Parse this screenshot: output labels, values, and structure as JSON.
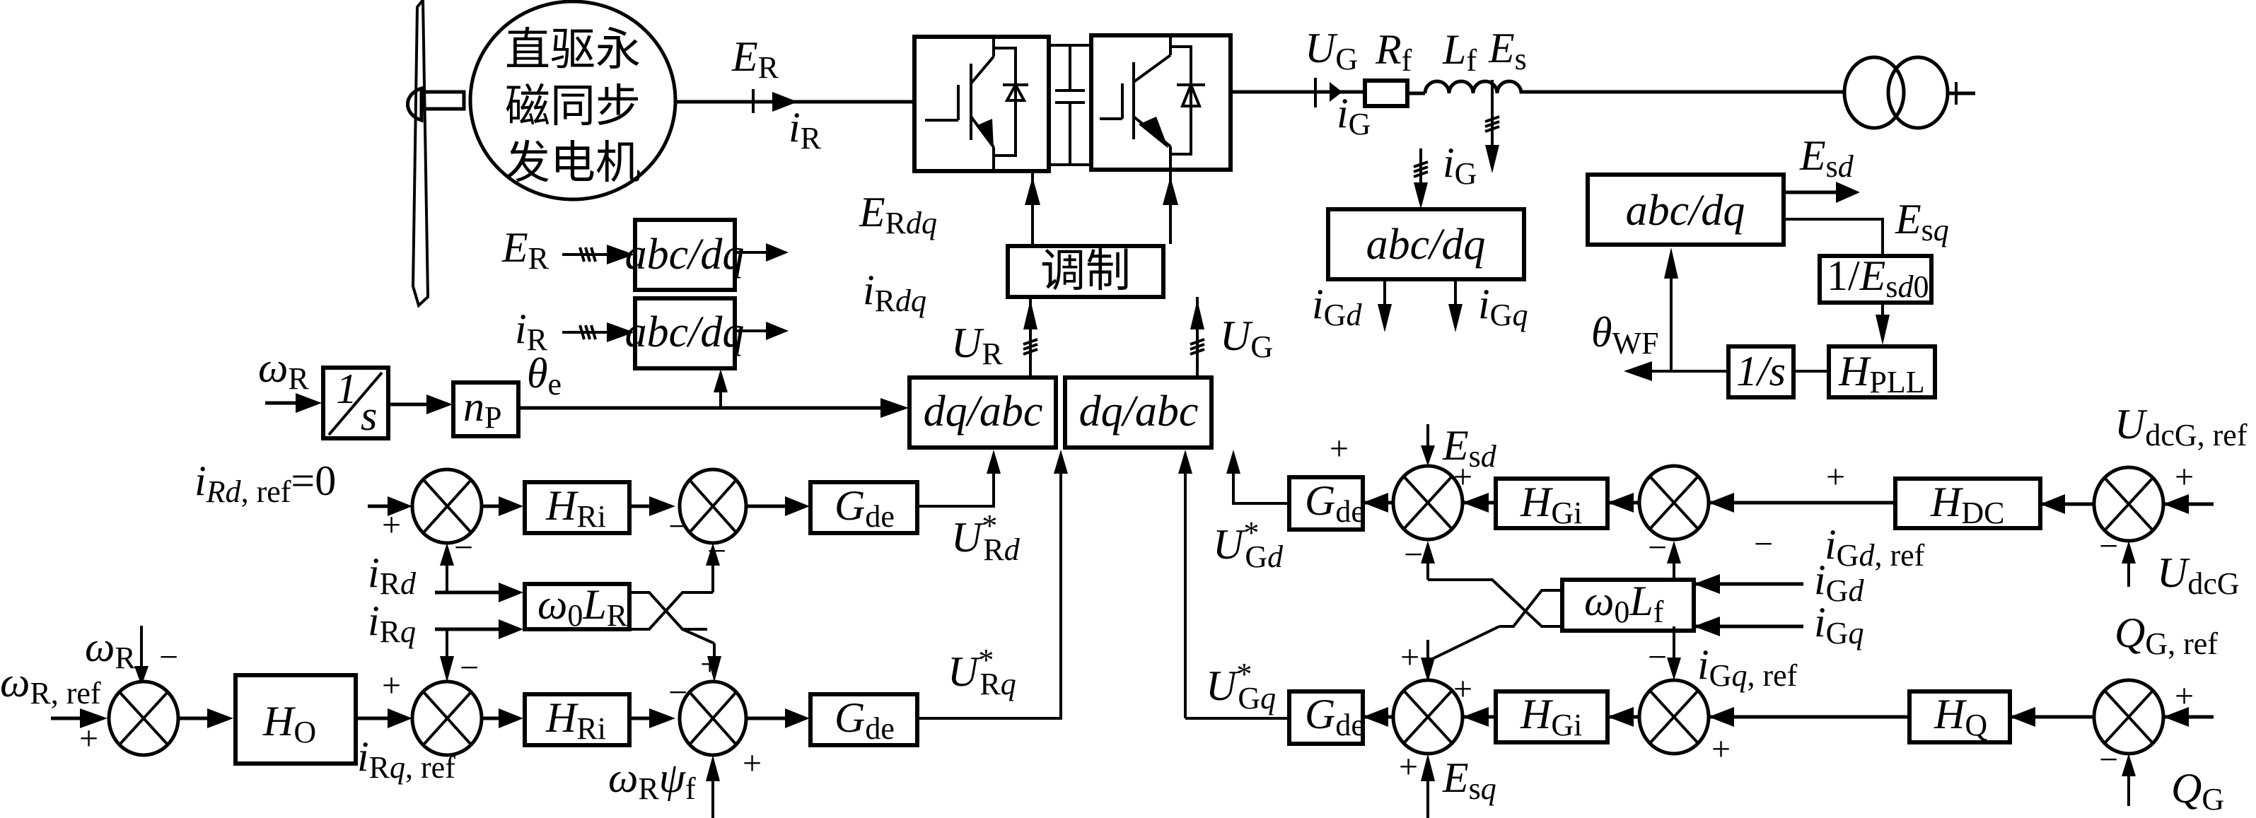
{
  "title": "直驱永磁同步风电机组控制框图",
  "generator": {
    "lines": [
      "直驱永",
      "磁同步",
      "发电机"
    ]
  },
  "power_path": {
    "E_R": {
      "main": "E",
      "sub": "R"
    },
    "i_R": {
      "main": "i",
      "sub": "R"
    },
    "U_G": {
      "main": "U",
      "sub": "G"
    },
    "i_G": {
      "main": "i",
      "sub": "G"
    },
    "R_f": {
      "main": "R",
      "sub": "f"
    },
    "L_f": {
      "main": "L",
      "sub": "f"
    },
    "E_s": {
      "main": "E",
      "sub": "s"
    }
  },
  "modulation": {
    "label": "调制"
  },
  "transforms": {
    "abc_dq": "abc/dq",
    "dq_abc": "dq/abc"
  },
  "rotor_measure": {
    "E_R_in": {
      "main": "E",
      "sub": "R"
    },
    "i_R_in": {
      "main": "i",
      "sub": "R"
    },
    "E_Rdq": {
      "main": "E",
      "sub": "R",
      "subi": "dq"
    },
    "i_Rdq": {
      "main": "i",
      "sub": "R",
      "subi": "dq"
    },
    "omega_R": {
      "main": "ω",
      "sub": "R"
    },
    "integrator": {
      "num": "1",
      "den": "s"
    },
    "n_P": {
      "main": "n",
      "sub": "P"
    },
    "theta_e": {
      "main": "θ",
      "sub": "e"
    },
    "U_R": {
      "main": "U",
      "sub": "R"
    },
    "U_G": {
      "main": "U",
      "sub": "G"
    }
  },
  "grid_measure": {
    "i_G_in": {
      "main": "i",
      "sub": "G"
    },
    "i_Gd": {
      "main": "i",
      "sub": "G",
      "subi": "d"
    },
    "i_Gq": {
      "main": "i",
      "sub": "G",
      "subi": "q"
    },
    "E_sd": {
      "main": "E",
      "sub": "s",
      "subi": "d"
    },
    "E_sq": {
      "main": "E",
      "sub": "s",
      "subi": "q"
    },
    "inv_Esd0": {
      "pre": "1/",
      "main": "E",
      "sub": "s",
      "subi": "d",
      "tail": "0"
    },
    "integrator": "1/s",
    "H_PLL": {
      "main": "H",
      "sub": "PLL"
    },
    "theta_WF": {
      "main": "θ",
      "sub": "WF"
    }
  },
  "rotor_control": {
    "iRd_ref": {
      "main": "i",
      "subi": "Rd",
      "sub": ", ref",
      "tail": "=0"
    },
    "H_Ri": {
      "main": "H",
      "sub": "Ri"
    },
    "G_de": {
      "main": "G",
      "sub": "de"
    },
    "U_Rd_star": {
      "main": "U",
      "sup": "*",
      "sub": "R",
      "subi": "d"
    },
    "U_Rq_star": {
      "main": "U",
      "sup": "*",
      "sub": "R",
      "subi": "q"
    },
    "i_Rd": {
      "main": "i",
      "sub": "R",
      "subi": "d"
    },
    "i_Rq": {
      "main": "i",
      "sub": "R",
      "subi": "q"
    },
    "w0LR": {
      "main": "ω",
      "sub0": "0",
      "main2": "L",
      "sub": "R"
    },
    "omega_R": {
      "main": "ω",
      "sub": "R"
    },
    "omega_R_ref": {
      "main": "ω",
      "sub": "R, ref"
    },
    "H_O": {
      "main": "H",
      "sub": "O"
    },
    "iRq_ref": {
      "main": "i",
      "sub": "R",
      "subi": "q",
      "tail": ", ref"
    },
    "wR_psi_f": {
      "main": "ω",
      "sub": "R",
      "main2": "ψ",
      "sub2": "f"
    }
  },
  "grid_control": {
    "G_de": {
      "main": "G",
      "sub": "de"
    },
    "H_Gi": {
      "main": "H",
      "sub": "Gi"
    },
    "H_DC": {
      "main": "H",
      "sub": "DC"
    },
    "H_Q": {
      "main": "H",
      "sub": "Q"
    },
    "w0Lf": {
      "main": "ω",
      "sub0": "0",
      "main2": "L",
      "sub": "f"
    },
    "U_Gd_star": {
      "main": "U",
      "sup": "*",
      "sub": "G",
      "subi": "d"
    },
    "U_Gq_star": {
      "main": "U",
      "sup": "*",
      "sub": "G",
      "subi": "q"
    },
    "E_sd": {
      "main": "E",
      "sub": "s",
      "subi": "d"
    },
    "E_sq": {
      "main": "E",
      "sub": "s",
      "subi": "q"
    },
    "iGd_ref": {
      "main": "i",
      "sub": "G",
      "subi": "d",
      "tail": ", ref"
    },
    "iGq_ref": {
      "main": "i",
      "sub": "G",
      "subi": "q",
      "tail": ", ref"
    },
    "i_Gd": {
      "main": "i",
      "sub": "G",
      "subi": "d"
    },
    "i_Gq": {
      "main": "i",
      "sub": "G",
      "subi": "q"
    },
    "U_dcG_ref": {
      "main": "U",
      "sub": "dcG, ref"
    },
    "U_dcG": {
      "main": "U",
      "sub": "dcG"
    },
    "Q_G_ref": {
      "main": "Q",
      "sub": "G, ref"
    },
    "Q_G": {
      "main": "Q",
      "sub": "G"
    }
  },
  "signs": {
    "plus": "+",
    "minus": "−"
  }
}
